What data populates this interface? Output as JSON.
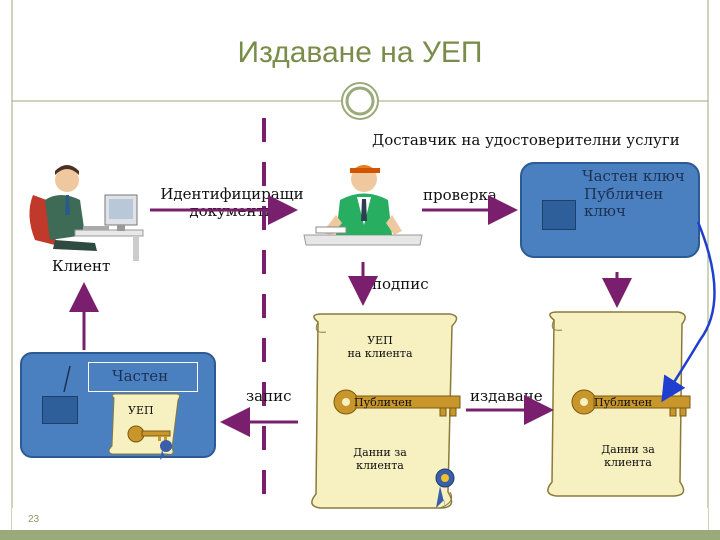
{
  "slide": {
    "title": "Издаване на УЕП",
    "page_number": "23"
  },
  "labels": {
    "provider": "Доставчик на удостоверителни услуги",
    "id_docs_line1": "Идентифициращи",
    "id_docs_line2": "документи",
    "check": "проверка",
    "client": "Клиент",
    "sign": "подпис",
    "write": "запис",
    "issue": "издаване"
  },
  "provider_box": {
    "private_key_line1": "Частен ключ",
    "public_key_line1": "Публичен",
    "public_key_line2": "ключ"
  },
  "client_box": {
    "private": "Частен",
    "uep": "УЕП"
  },
  "certificate_left": {
    "heading_line1": "УЕП",
    "heading_line2": "на клиента",
    "key": "Публичен",
    "data_line1": "Данни за",
    "data_line2": "клиента"
  },
  "certificate_right": {
    "key": "Публичен",
    "data_line1": "Данни за",
    "data_line2": "клиента"
  },
  "colors": {
    "title": "#7a8c4a",
    "arrow": "#7a1f6e",
    "box": "#4a7fc0",
    "dash": "#7a1f6e",
    "scroll": "#f7f0c0"
  }
}
